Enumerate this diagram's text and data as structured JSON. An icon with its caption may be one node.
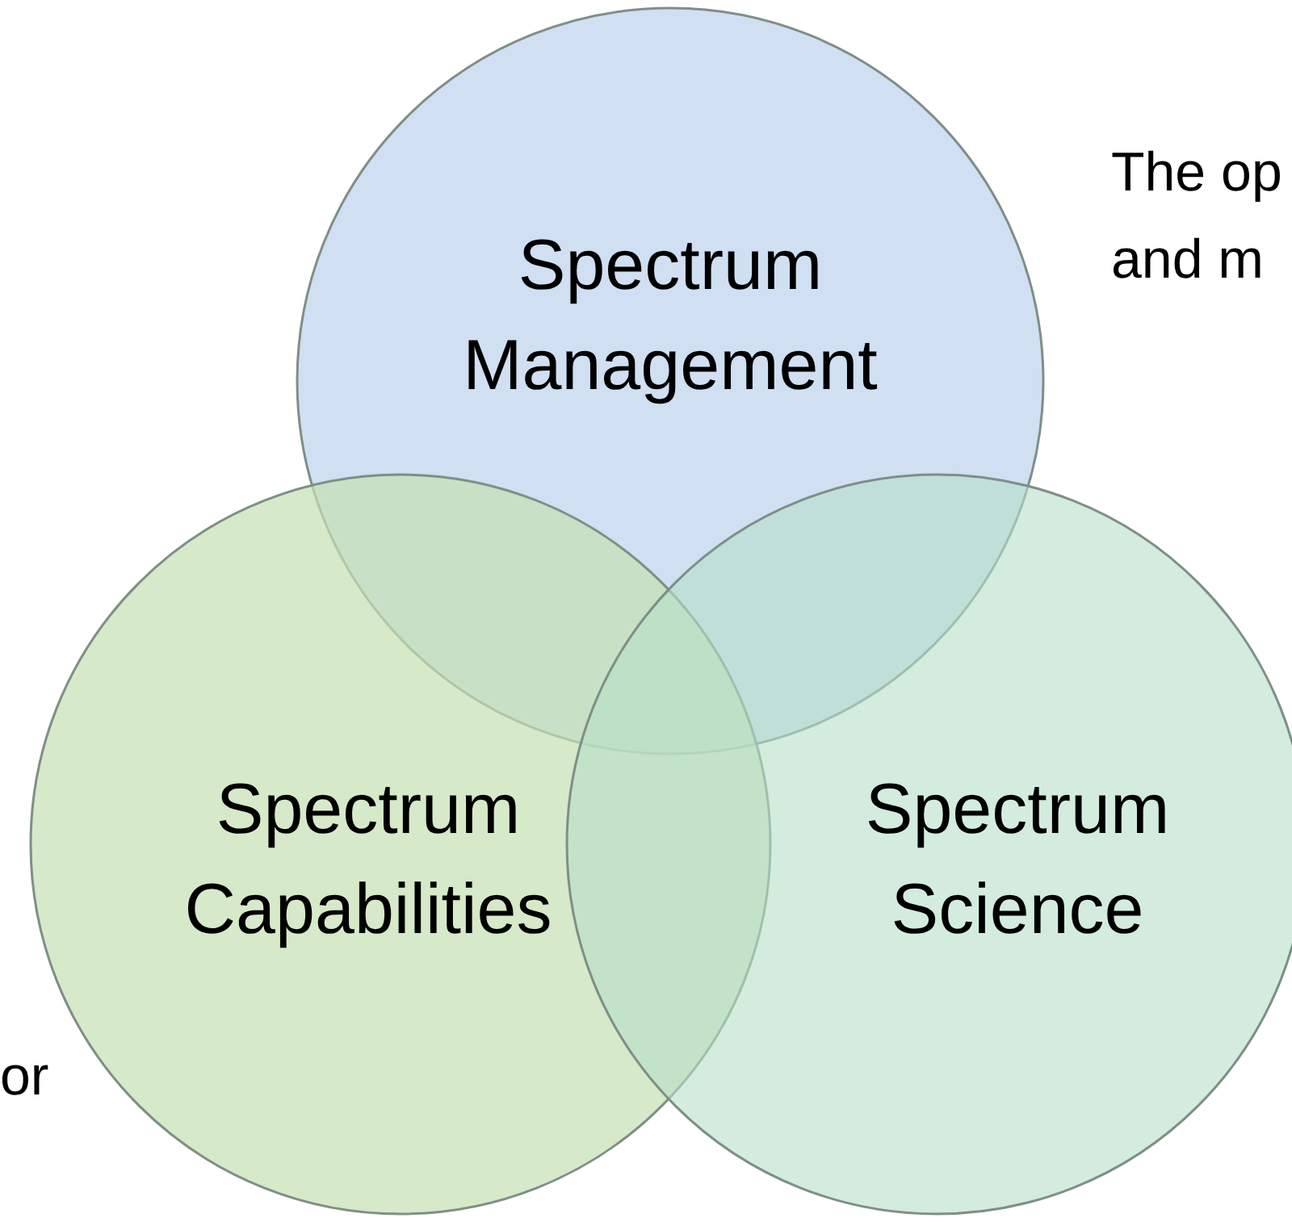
{
  "diagram": {
    "nodes": [
      {
        "text": [
          "Spectrum Management"
        ]
      },
      {
        "text": [
          "Spectrum Capabilities"
        ]
      },
      {
        "text": [
          "Spectrum Science"
        ]
      }
    ],
    "labels": [
      "The op and m",
      "or"
    ]
  }
}
